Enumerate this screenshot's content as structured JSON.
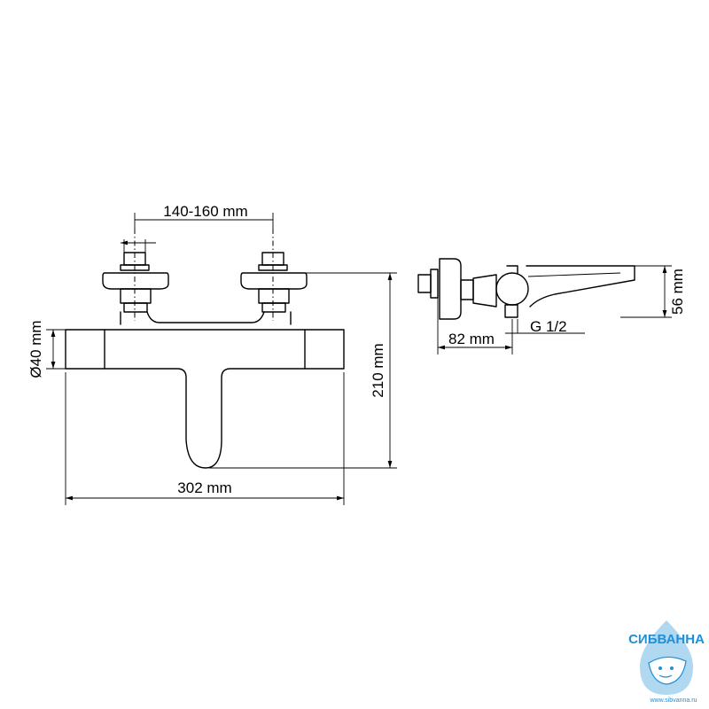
{
  "dimensions": {
    "spacing": "140-160 mm",
    "diameter": "Ø40 mm",
    "width": "302 mm",
    "height": "210 mm",
    "side_height": "56 mm",
    "projection": "82 mm",
    "thread": "G 1/2"
  },
  "logo": {
    "name": "СИБВАННА",
    "url": "www.sibvanna.ru",
    "color": "#1f8fd6"
  }
}
